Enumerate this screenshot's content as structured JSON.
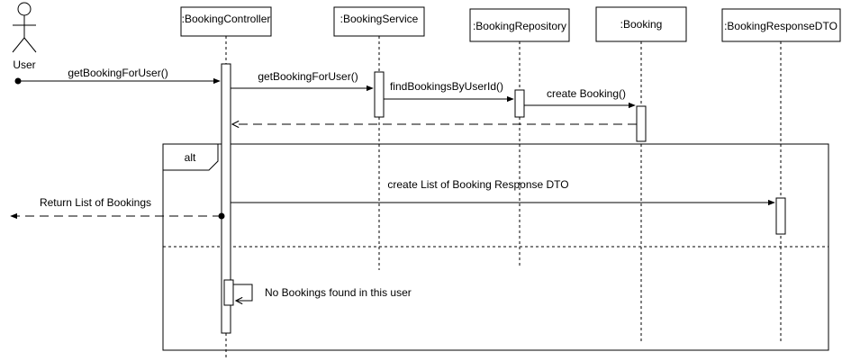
{
  "actor": {
    "label": "User"
  },
  "participants": [
    {
      "id": "booking-controller",
      "label": ":BookingController"
    },
    {
      "id": "booking-service",
      "label": ":BookingService"
    },
    {
      "id": "booking-repository",
      "label": ":BookingRepository"
    },
    {
      "id": "booking",
      "label": ":Booking"
    },
    {
      "id": "booking-response-dto",
      "label": ":BookingResponseDTO"
    }
  ],
  "messages": {
    "user_to_controller": "getBookingForUser()",
    "controller_to_service": "getBookingForUser()",
    "service_to_repository": "findBookingsByUserId()",
    "repository_to_booking": "create Booking()",
    "controller_to_dto": "create List of Booking Response DTO",
    "controller_to_user": "Return List of Bookings",
    "self_call": "No Bookings found in this user"
  },
  "fragment": {
    "operator": "alt"
  }
}
